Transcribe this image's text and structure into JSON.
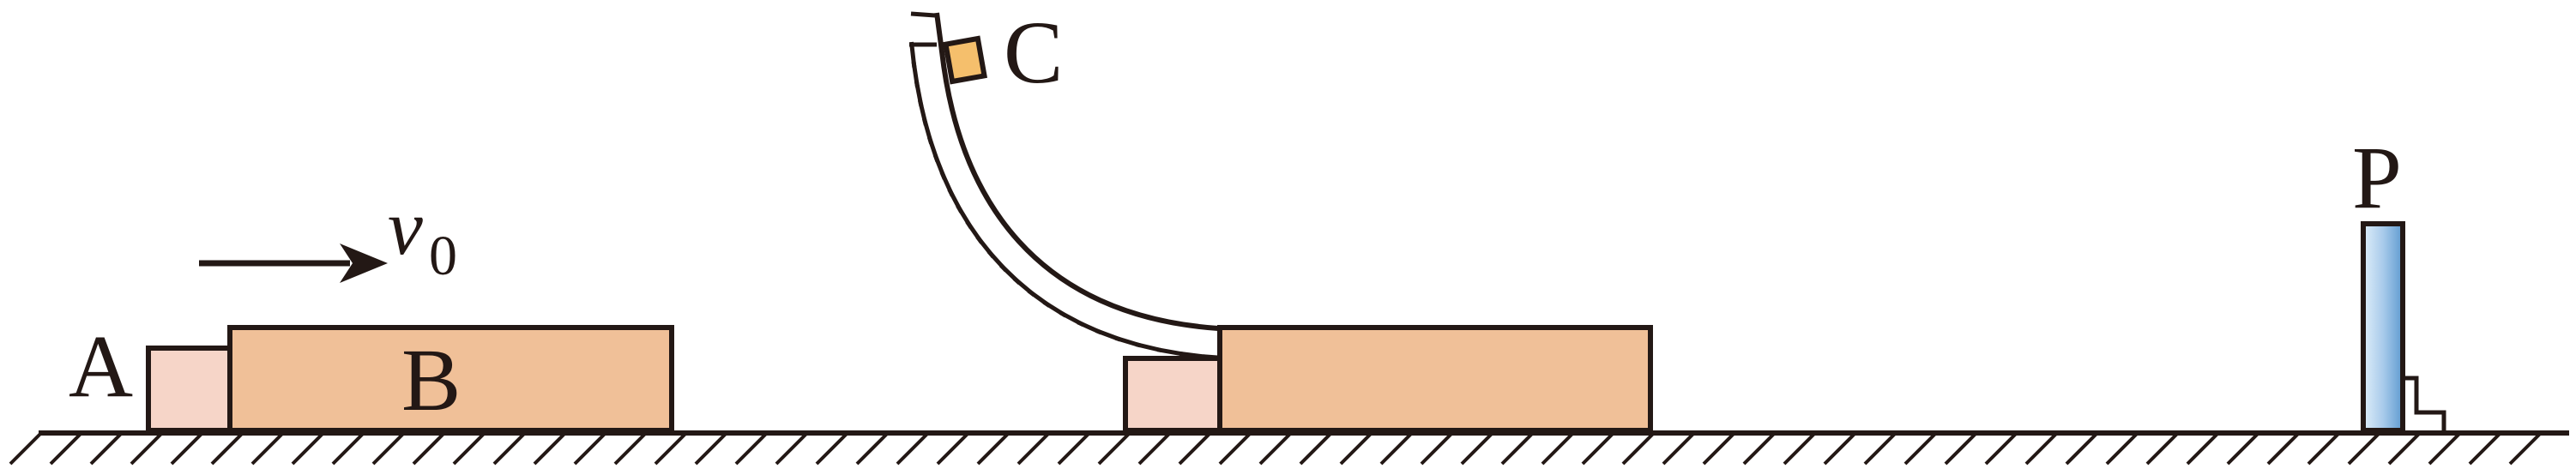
{
  "labels": {
    "block_a": "A",
    "board_b": "B",
    "slider_c": "C",
    "post_p": "P",
    "velocity_symbol": "v",
    "velocity_subscript": "0"
  },
  "colors": {
    "ink": "#231815",
    "block_small": "#f6d5c8",
    "board": "#f0c098",
    "slider": "#f5bf6c",
    "post_light": "#dfeefa",
    "post_dark": "#5f9bd0"
  }
}
